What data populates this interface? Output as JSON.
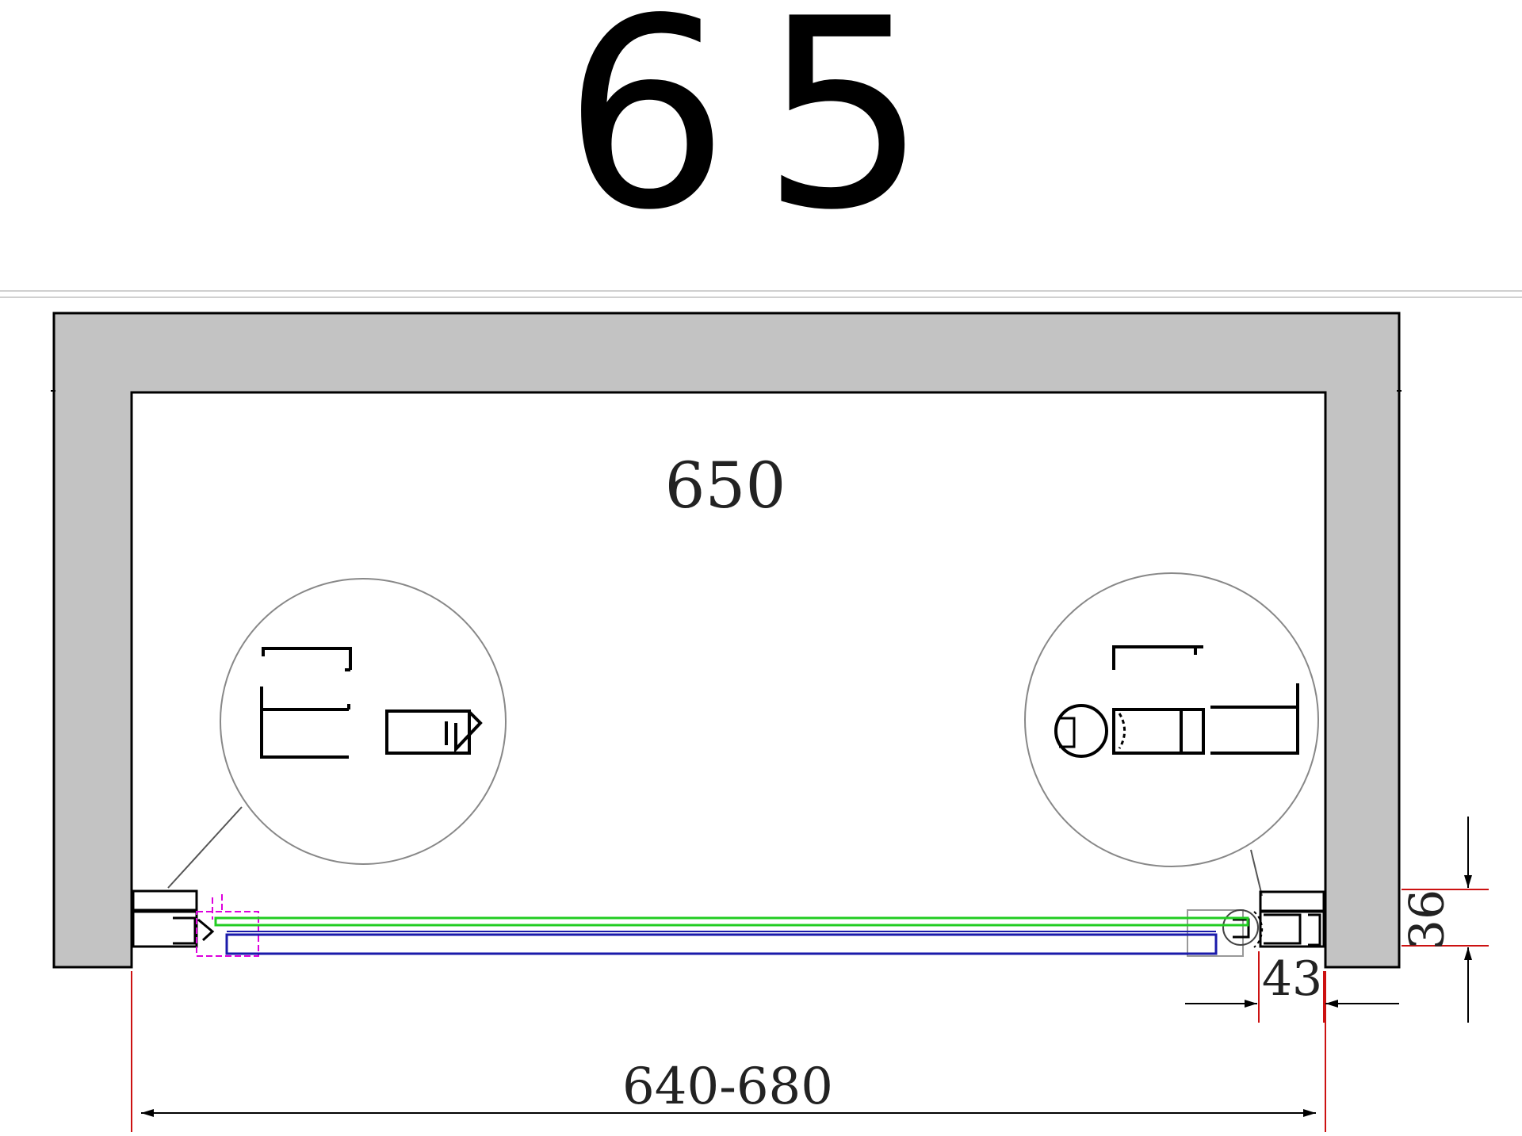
{
  "heading": "65",
  "labels": {
    "inner_width": "650",
    "overall_width": "640-680",
    "profile_depth": "36",
    "profile_width": "43"
  },
  "colors": {
    "wall_fill": "#c3c3c3",
    "dimension_line": "#cc1111",
    "glass_front": "#22cc22",
    "glass_back": "#1a1aaa",
    "hinge_accent": "#dd00dd"
  }
}
